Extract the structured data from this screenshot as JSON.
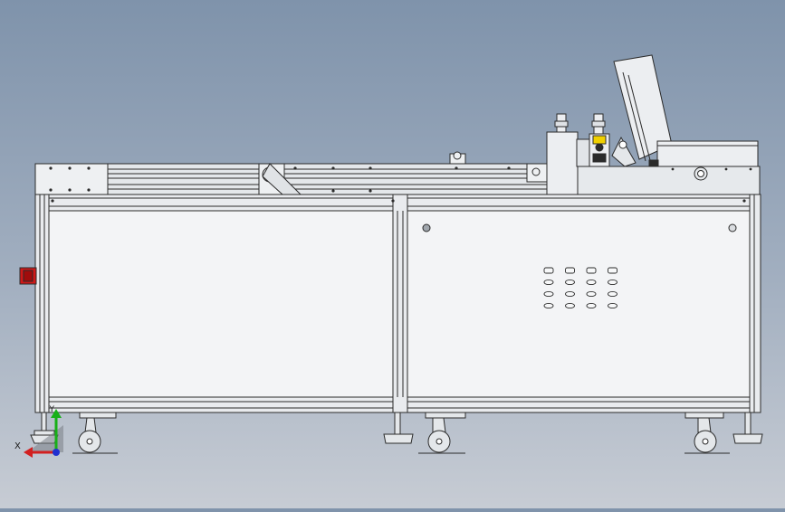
{
  "viewport": {
    "background_top": "#7f93ab",
    "background_bottom": "#c7ccd4",
    "line_color": "#2b2b2b",
    "frame_fill": "#e9ebee",
    "panel_fill": "#f3f4f6"
  },
  "triad": {
    "x_label": "X",
    "y_label": "Y",
    "x_color": "#d22020",
    "y_color": "#18b018",
    "z_color": "#2030d0"
  },
  "components": {
    "emergency_stop_color": "#d01818",
    "label_plate_color": "#f0d000",
    "control_panel_grid": {
      "rows": 4,
      "columns": 4
    }
  }
}
